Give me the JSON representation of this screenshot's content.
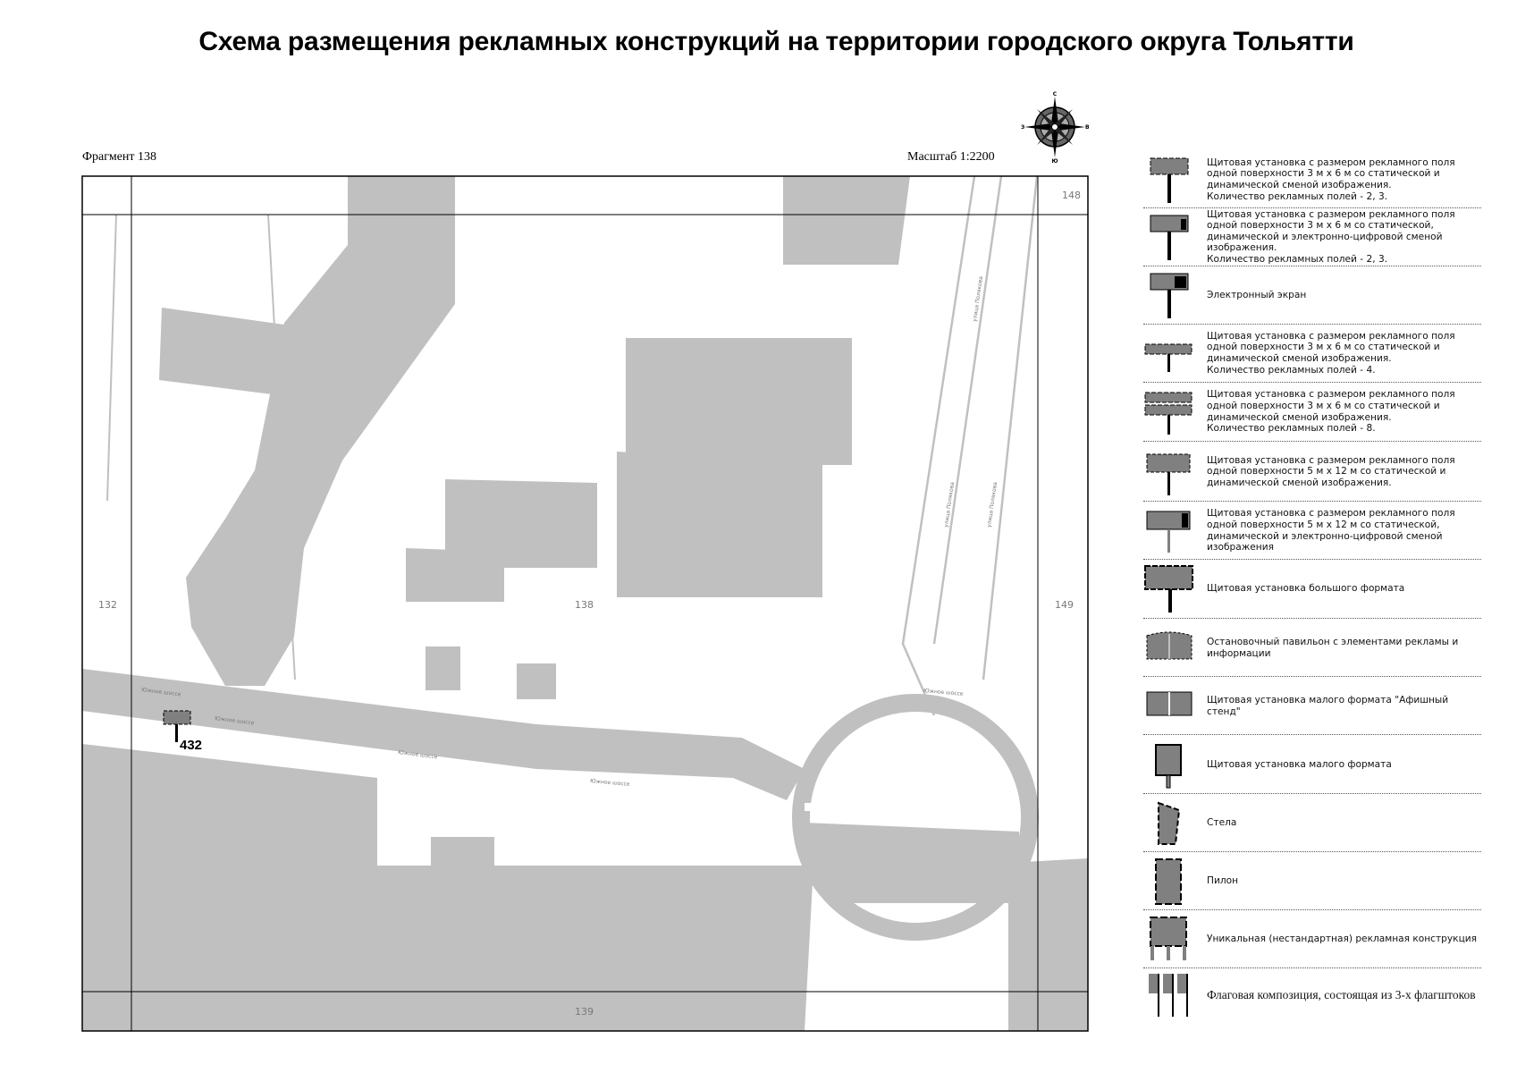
{
  "title": "Схема размещения рекламных конструкций на территории городского округа Тольятти",
  "fragment_label": "Фрагмент 138",
  "scale_label": "Масштаб 1:2200",
  "compass": {
    "n": "С",
    "s": "Ю",
    "w": "З",
    "e": "В",
    "icon": "compass-rose-icon"
  },
  "map": {
    "colors": {
      "area": "#c0c0c0",
      "background": "#ffffff",
      "marker": "#808080",
      "frame": "#000000"
    },
    "grid_labels": {
      "top": "148",
      "left": "132",
      "center": "138",
      "right": "149",
      "bottom": "139"
    },
    "street_labels": {
      "south_highway": "Южное шоссе",
      "polyakova": "улица Полякова"
    },
    "markers": [
      {
        "id": "432",
        "type": "billboard-3x6"
      }
    ]
  },
  "legend": [
    {
      "icon": "billboard-3x6-static-dynamic",
      "text": "Щитовая установка с размером рекламного поля одной поверхности 3 м х 6 м со статической и динамической сменой изображения.\nКоличество рекламных полей - 2, 3."
    },
    {
      "icon": "billboard-3x6-digital",
      "text": "Щитовая установка с размером рекламного поля одной поверхности 3 м х 6 м со статической, динамической и электронно-цифровой сменой изображения.\nКоличество рекламных полей - 2, 3."
    },
    {
      "icon": "electronic-screen",
      "text": "Электронный экран"
    },
    {
      "icon": "billboard-3x6-4-fields",
      "text": "Щитовая установка с размером рекламного поля одной поверхности 3 м х 6 м со статической и динамической сменой изображения.\nКоличество рекламных полей - 4."
    },
    {
      "icon": "billboard-3x6-8-fields",
      "text": "Щитовая установка с размером рекламного поля одной поверхности 3 м х 6 м со статической и динамической сменой изображения.\nКоличество рекламных полей - 8."
    },
    {
      "icon": "billboard-5x12",
      "text": "Щитовая установка с размером рекламного поля одной поверхности 5 м х 12 м со статической и динамической сменой изображения."
    },
    {
      "icon": "billboard-5x12-digital",
      "text": "Щитовая установка с размером рекламного поля одной поверхности 5 м х 12 м со статической, динамической и электронно-цифровой сменой изображения"
    },
    {
      "icon": "billboard-large",
      "text": "Щитовая установка большого формата"
    },
    {
      "icon": "bus-stop-pavilion",
      "text": "Остановочный павильон с элементами рекламы и информации"
    },
    {
      "icon": "poster-stand",
      "text": "Щитовая установка малого формата \"Афишный стенд\""
    },
    {
      "icon": "small-billboard",
      "text": "Щитовая установка малого формата"
    },
    {
      "icon": "stele",
      "text": "Стела"
    },
    {
      "icon": "pylon",
      "text": "Пилон"
    },
    {
      "icon": "unique-structure",
      "text": "Уникальная (нестандартная) рекламная конструкция"
    },
    {
      "icon": "flag-composition",
      "text": "Флаговая композиция, состоящая из 3-х флагштоков"
    }
  ]
}
